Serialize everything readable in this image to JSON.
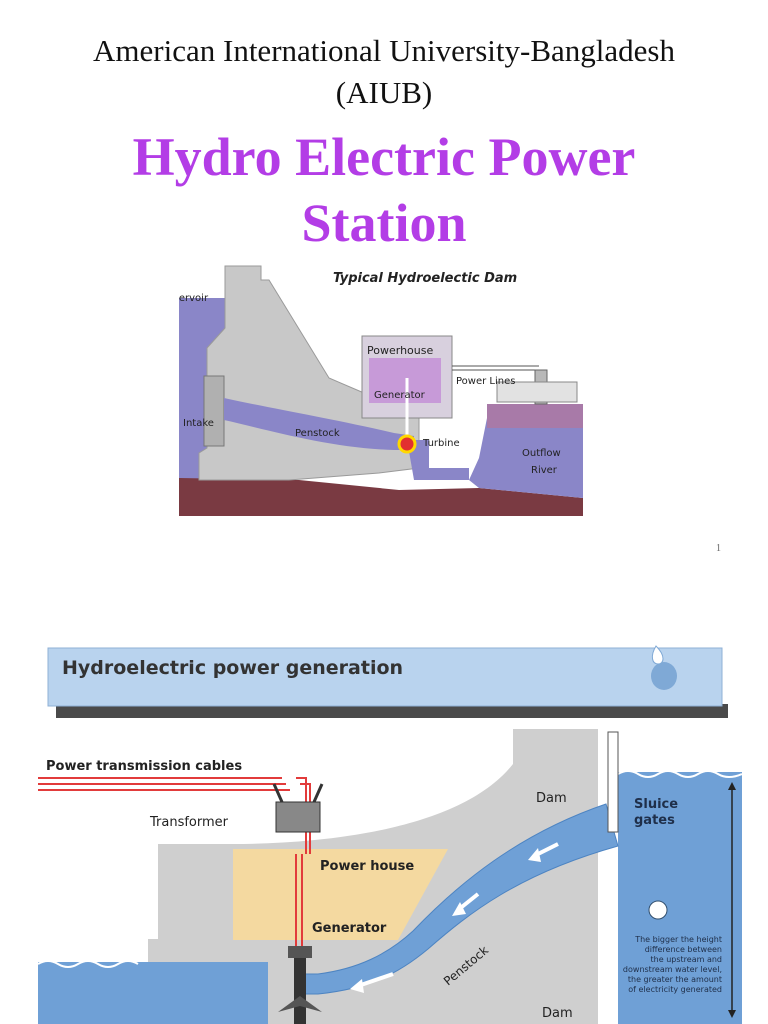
{
  "header": {
    "institution_line1": "American International University-Bangladesh",
    "institution_line2": "(AIUB)",
    "title_line1": "Hydro Electric Power",
    "title_line2": "Station"
  },
  "figure1": {
    "title": "Typical Hydroelectic Dam",
    "labels": {
      "reservoir": "Reservoir",
      "powerhouse": "Powerhouse",
      "generator": "Generator",
      "power_lines": "Power Lines",
      "intake": "Intake",
      "penstock": "Penstock",
      "turbine": "Turbine",
      "outflow": "Outflow",
      "river": "River"
    }
  },
  "page_number": "1",
  "figure2": {
    "title": "Hydroelectric power generation",
    "labels": {
      "cables": "Power transmission cables",
      "transformer": "Transformer",
      "dam_top": "Dam",
      "sluice1": "Sluice",
      "sluice2": "gates",
      "power_house": "Power house",
      "generator": "Generator",
      "penstock": "Penstock",
      "dam_bottom": "Dam",
      "note_line1": "The bigger the height",
      "note_line2": "difference between",
      "note_line3": "the upstream and",
      "note_line4": "downstream water level,",
      "note_line5": "the greater the amount",
      "note_line6": "of electricity generated"
    }
  }
}
